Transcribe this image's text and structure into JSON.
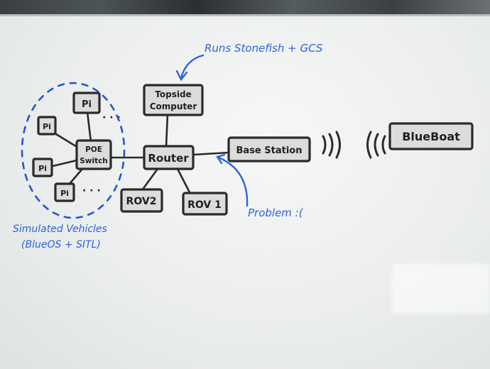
{
  "nodes": {
    "topside": [
      "Topside",
      "Computer"
    ],
    "router": "Router",
    "base_station": "Base Station",
    "blueboat": "BlueBoat",
    "poe_switch": [
      "POE",
      "Switch"
    ],
    "rov2": "ROV2",
    "rov1": "ROV 1",
    "pi_top": "Pi",
    "pi_left": "Pi",
    "pi_mid": "Pi",
    "pi_bottom": "Pi"
  },
  "ellipsis": {
    "top": "· · ·",
    "bottom": "· · ·"
  },
  "annotations": {
    "runs": "Runs Stonefish + GCS",
    "problem": "Problem :(",
    "simulated_line1": "Simulated Vehicles",
    "simulated_line2": "(BlueOS + SITL)"
  },
  "colors": {
    "marker_black": "#2a2a2a",
    "marker_blue": "#2d63d8",
    "board": "#eceeee"
  }
}
